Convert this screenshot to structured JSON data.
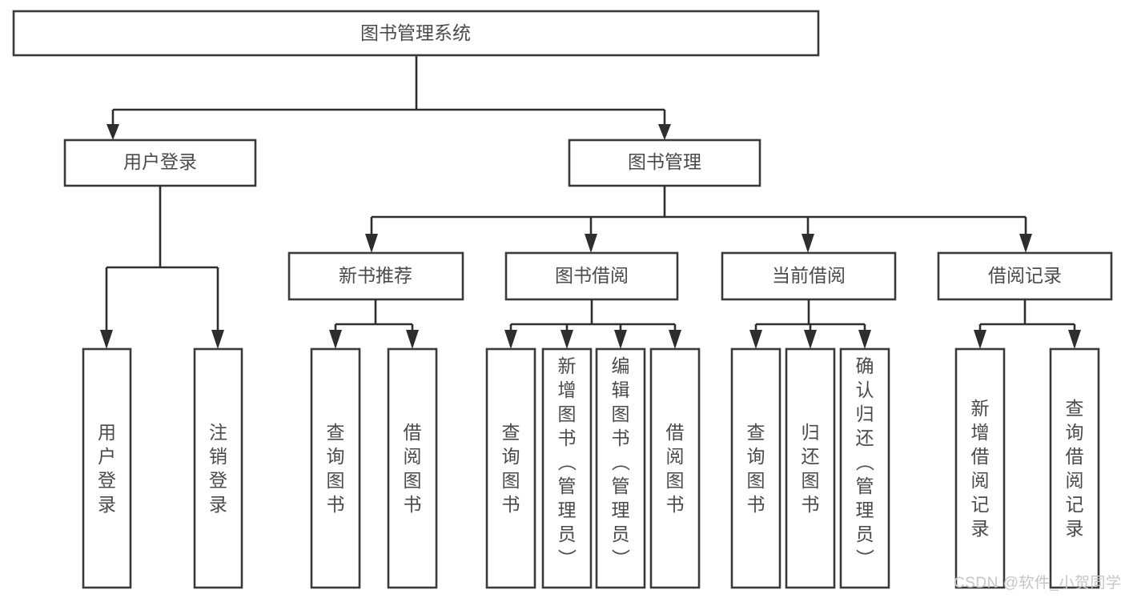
{
  "diagram": {
    "title": "图书管理系统",
    "type": "tree-hierarchy",
    "watermark": "CSDN @软件_小贺同学",
    "colors": {
      "background": "#ffffff",
      "box_stroke": "#3a3a3a",
      "connector": "#2e2e2e",
      "text": "#4a4a4a",
      "watermark": "#c6c6c6"
    },
    "levels": {
      "root": {
        "label": "图书管理系统",
        "orientation": "horizontal"
      },
      "level2": [
        {
          "label": "用户登录",
          "orientation": "horizontal"
        },
        {
          "label": "图书管理",
          "orientation": "horizontal"
        }
      ],
      "level3": [
        {
          "label": "新书推荐",
          "orientation": "horizontal",
          "parent": "图书管理"
        },
        {
          "label": "图书借阅",
          "orientation": "horizontal",
          "parent": "图书管理"
        },
        {
          "label": "当前借阅",
          "orientation": "horizontal",
          "parent": "图书管理"
        },
        {
          "label": "借阅记录",
          "orientation": "horizontal",
          "parent": "图书管理"
        }
      ],
      "leaves": [
        {
          "label": "用户登录",
          "orientation": "vertical",
          "parent": "用户登录"
        },
        {
          "label": "注销登录",
          "orientation": "vertical",
          "parent": "用户登录"
        },
        {
          "label": "查询图书",
          "orientation": "vertical",
          "parent": "新书推荐"
        },
        {
          "label": "借阅图书",
          "orientation": "vertical",
          "parent": "新书推荐"
        },
        {
          "label": "查询图书",
          "orientation": "vertical",
          "parent": "图书借阅"
        },
        {
          "label": "新增图书（管理员）",
          "orientation": "vertical",
          "parent": "图书借阅"
        },
        {
          "label": "编辑图书（管理员）",
          "orientation": "vertical",
          "parent": "图书借阅"
        },
        {
          "label": "借阅图书",
          "orientation": "vertical",
          "parent": "图书借阅"
        },
        {
          "label": "查询图书",
          "orientation": "vertical",
          "parent": "当前借阅"
        },
        {
          "label": "归还图书",
          "orientation": "vertical",
          "parent": "当前借阅"
        },
        {
          "label": "确认归还（管理员）",
          "orientation": "vertical",
          "parent": "当前借阅"
        },
        {
          "label": "新增借阅记录",
          "orientation": "vertical",
          "parent": "借阅记录"
        },
        {
          "label": "查询借阅记录",
          "orientation": "vertical",
          "parent": "借阅记录"
        }
      ]
    }
  }
}
